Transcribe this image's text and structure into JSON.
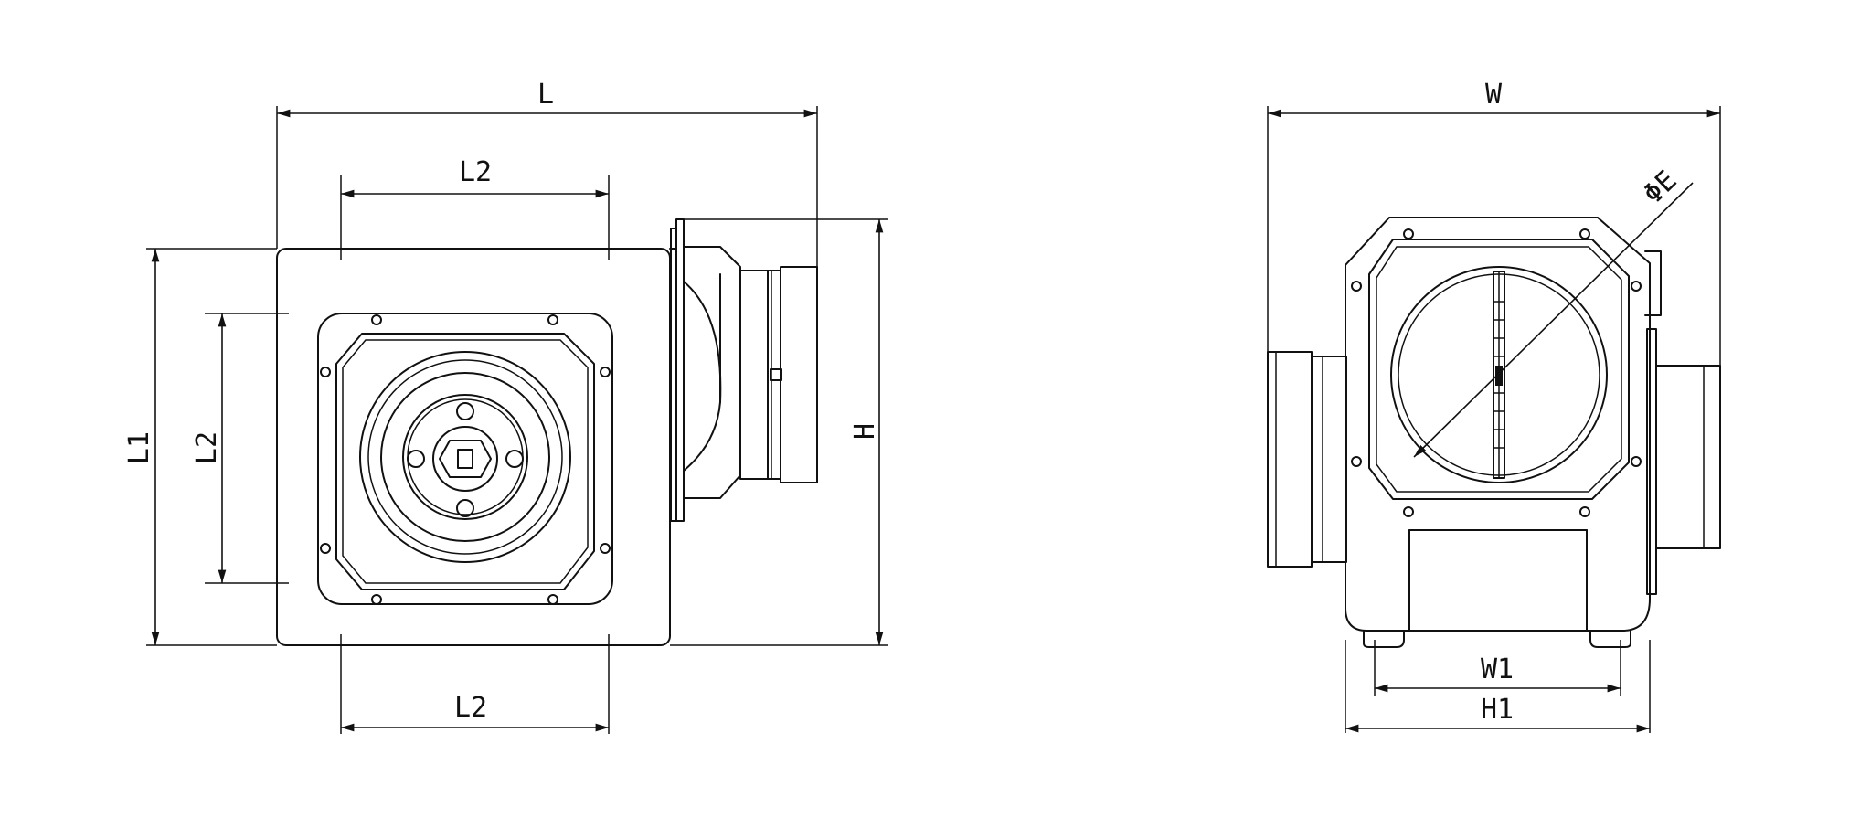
{
  "labels": {
    "L": "L",
    "L1": "L1",
    "L2": "L2",
    "H": "H",
    "W": "W",
    "W1": "W1",
    "H1": "H1",
    "E": "ΦE"
  },
  "colors": {
    "line": "#111111",
    "background": "#ffffff"
  }
}
